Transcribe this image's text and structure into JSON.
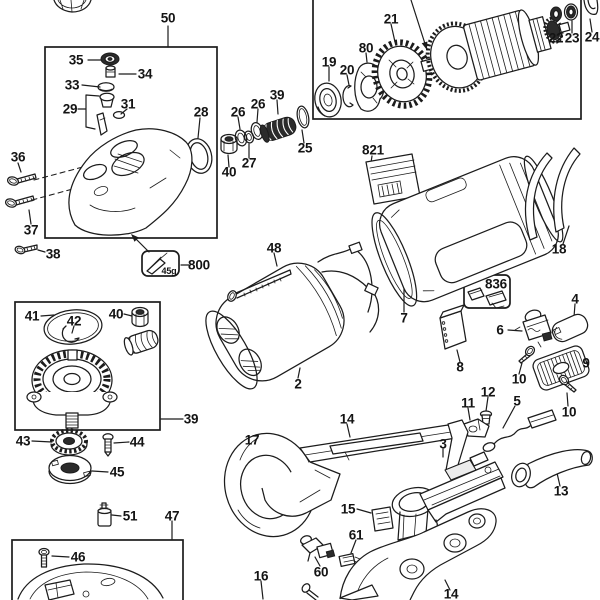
{
  "diagram": {
    "kind": "exploded-parts-diagram",
    "subject": "angle grinder power tool - spare parts schematic",
    "ink_color": "#1c1c1c",
    "background_color": "#ffffff"
  },
  "callouts": {
    "c50": "50",
    "c35": "35",
    "c34": "34",
    "c33": "33",
    "c29": "29",
    "c31": "31",
    "c28": "28",
    "c36": "36",
    "c37": "37",
    "c38": "38",
    "c800": "800",
    "c45g": "45g",
    "c26a": "26",
    "c26b": "26",
    "c39a": "39",
    "c25": "25",
    "c27": "27",
    "c40a": "40",
    "c21": "21",
    "c80": "80",
    "c19": "19",
    "c20": "20",
    "c22": "22",
    "c23": "23",
    "c24": "24",
    "c821": "821",
    "c18": "18",
    "c7": "7",
    "c836": "836",
    "c4": "4",
    "c6": "6",
    "c10a": "10",
    "c9": "9",
    "c10b": "10",
    "c8": "8",
    "c48": "48",
    "c2": "2",
    "c41": "41",
    "c42": "42",
    "c40b": "40",
    "c39b": "39",
    "c43": "43",
    "c44": "44",
    "c45": "45",
    "c51": "51",
    "c47": "47",
    "c46": "46",
    "c17": "17",
    "c14a": "14",
    "c15": "15",
    "c61": "61",
    "c60": "60",
    "c16": "16",
    "c3": "3",
    "c12": "12",
    "c11": "11",
    "c5": "5",
    "c13": "13",
    "c14b": "14"
  }
}
